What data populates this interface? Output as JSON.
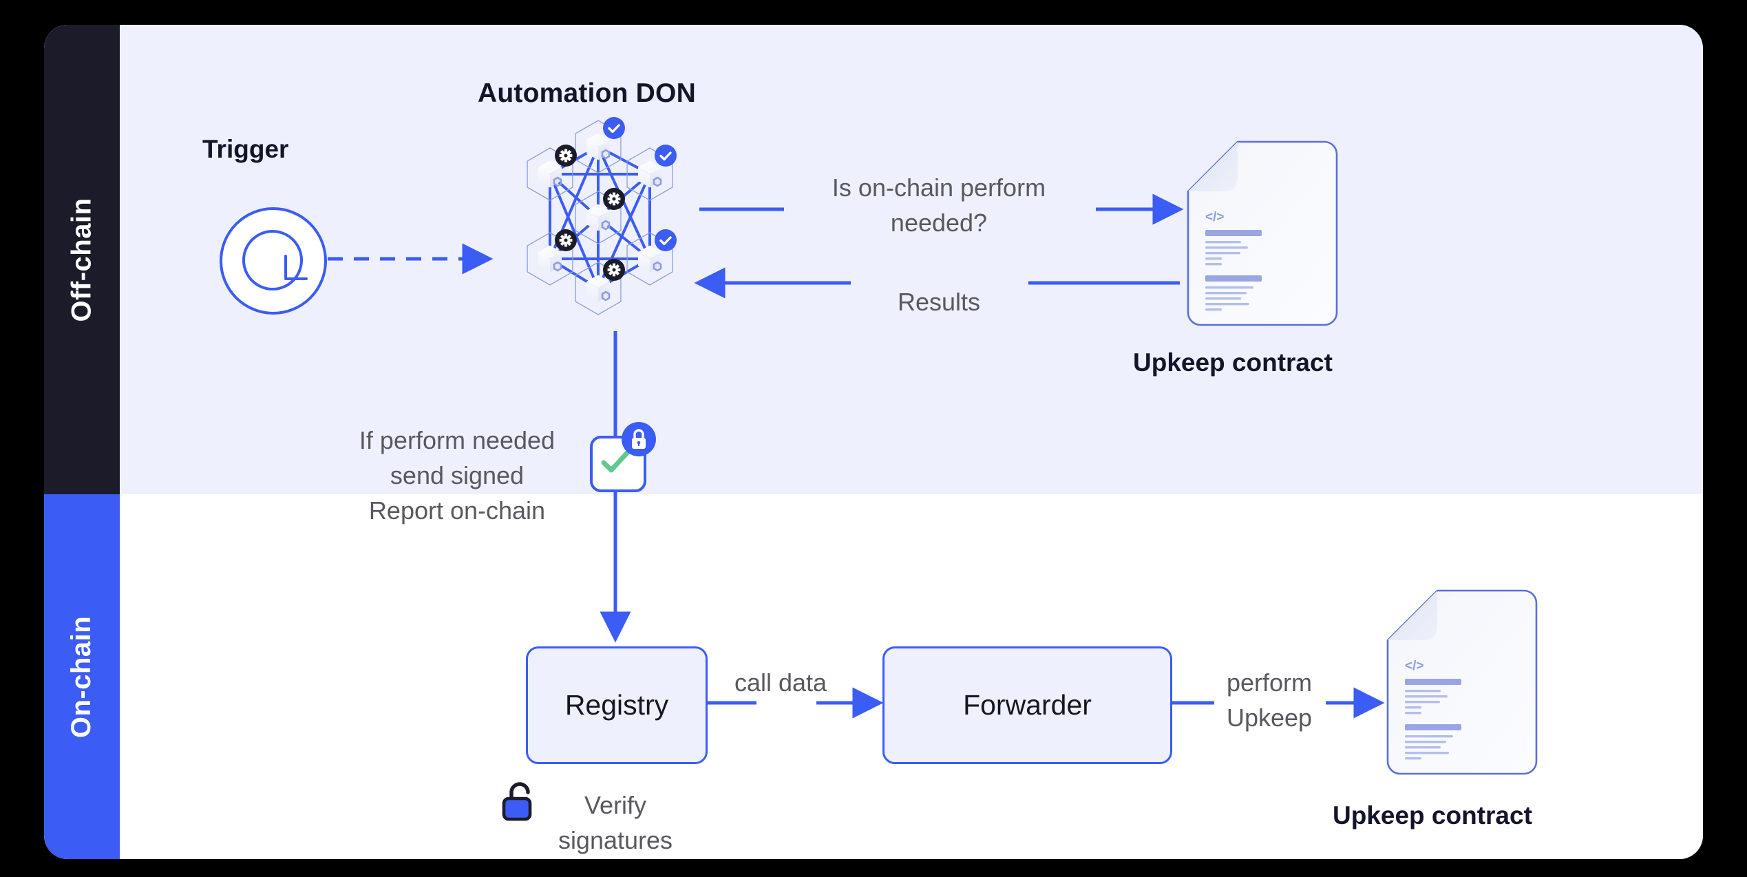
{
  "diagram": {
    "title": "Chainlink Automation architecture",
    "type": "flow-diagram"
  },
  "colors": {
    "page_background": "#000000",
    "card_background": "#ffffff",
    "offchain_band": "#eef1fd",
    "onchain_band": "#ffffff",
    "offchain_sidebar": "#1b1b2a",
    "onchain_sidebar": "#3b5cf5",
    "accent_blue": "#3b5cf5",
    "check_green": "#5fc98f",
    "node_dark": "#1b1b2a",
    "body_text": "#58585f",
    "heading_text": "#14142b"
  },
  "sidebars": {
    "offchain_label": "Off-chain",
    "onchain_label": "On-chain"
  },
  "offchain": {
    "trigger_title": "Trigger",
    "trigger_icon": "clock-icon",
    "don_title": "Automation DON",
    "don_nodes": {
      "check_badge_count": 3,
      "gear_badge_count": 4,
      "hexagon_count": 7,
      "check_icon": "check-circle-icon",
      "gear_icon": "gear-circle-icon"
    },
    "question_label": "Is on-chain perform needed?",
    "results_label": "Results",
    "upkeep_contract_label": "Upkeep contract",
    "contract_code_glyph": "</>",
    "signed_report_label": "If perform needed send signed Report on-chain",
    "signed_report_icon": "check-square-locked-icon"
  },
  "onchain": {
    "registry_label": "Registry",
    "forwarder_label": "Forwarder",
    "call_data_label": "call data",
    "perform_upkeep_label": "perform Upkeep",
    "verify_signatures_label": "Verify signatures",
    "verify_signatures_icon": "unlock-icon",
    "upkeep_contract_label": "Upkeep contract",
    "contract_code_glyph": "</>"
  }
}
